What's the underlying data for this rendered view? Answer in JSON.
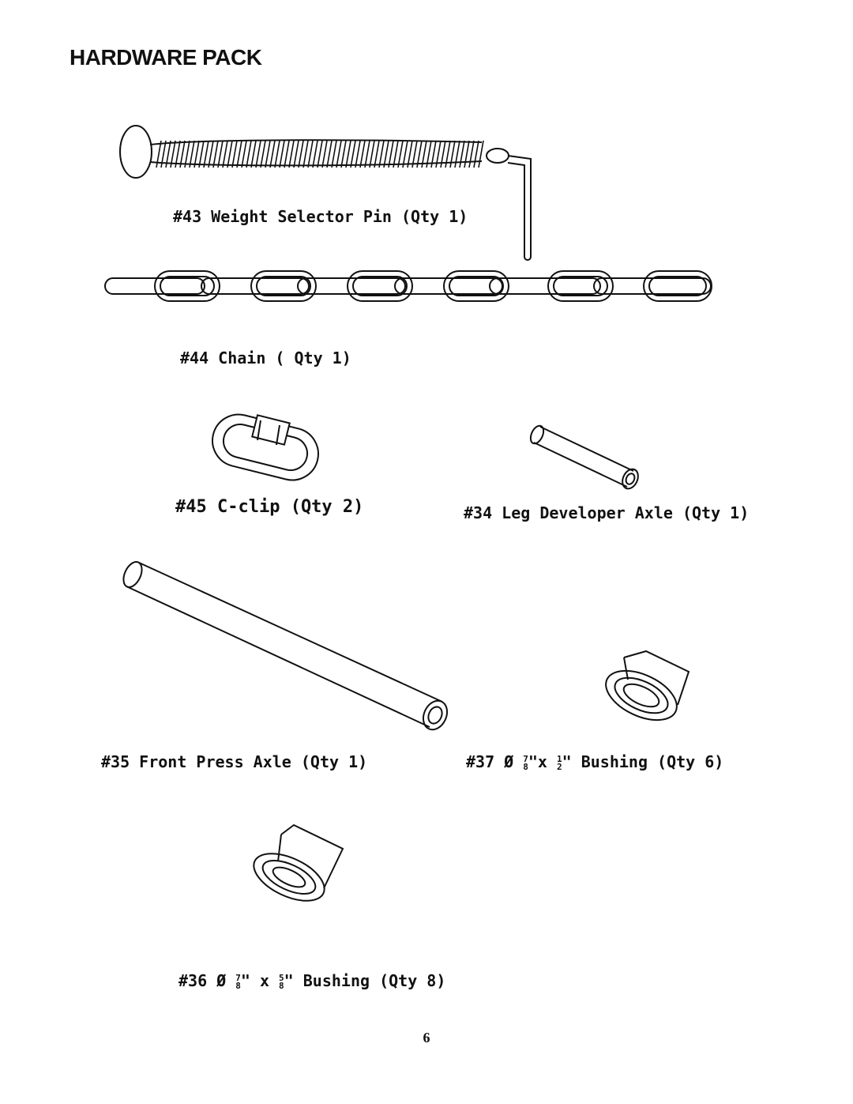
{
  "heading": "HARDWARE PACK",
  "parts": {
    "p43": "#43 Weight Selector Pin (Qty 1)",
    "p44": "#44 Chain ( Qty 1)",
    "p45": "#45 C-clip (Qty 2)",
    "p34": "#34 Leg Developer Axle (Qty 1)",
    "p35": "#35 Front Press Axle (Qty 1)",
    "p37_pre": "#37 Ø ",
    "p37_f1n": "7",
    "p37_f1d": "8",
    "p37_mid": "\"x ",
    "p37_f2n": "1",
    "p37_f2d": "2",
    "p37_post": "\" Bushing (Qty 6)",
    "p36_pre": "#36 Ø ",
    "p36_f1n": "7",
    "p36_f1d": "8",
    "p36_mid": "\" x ",
    "p36_f2n": "5",
    "p36_f2d": "8",
    "p36_post": "\" Bushing (Qty 8)"
  },
  "page_number": "6"
}
